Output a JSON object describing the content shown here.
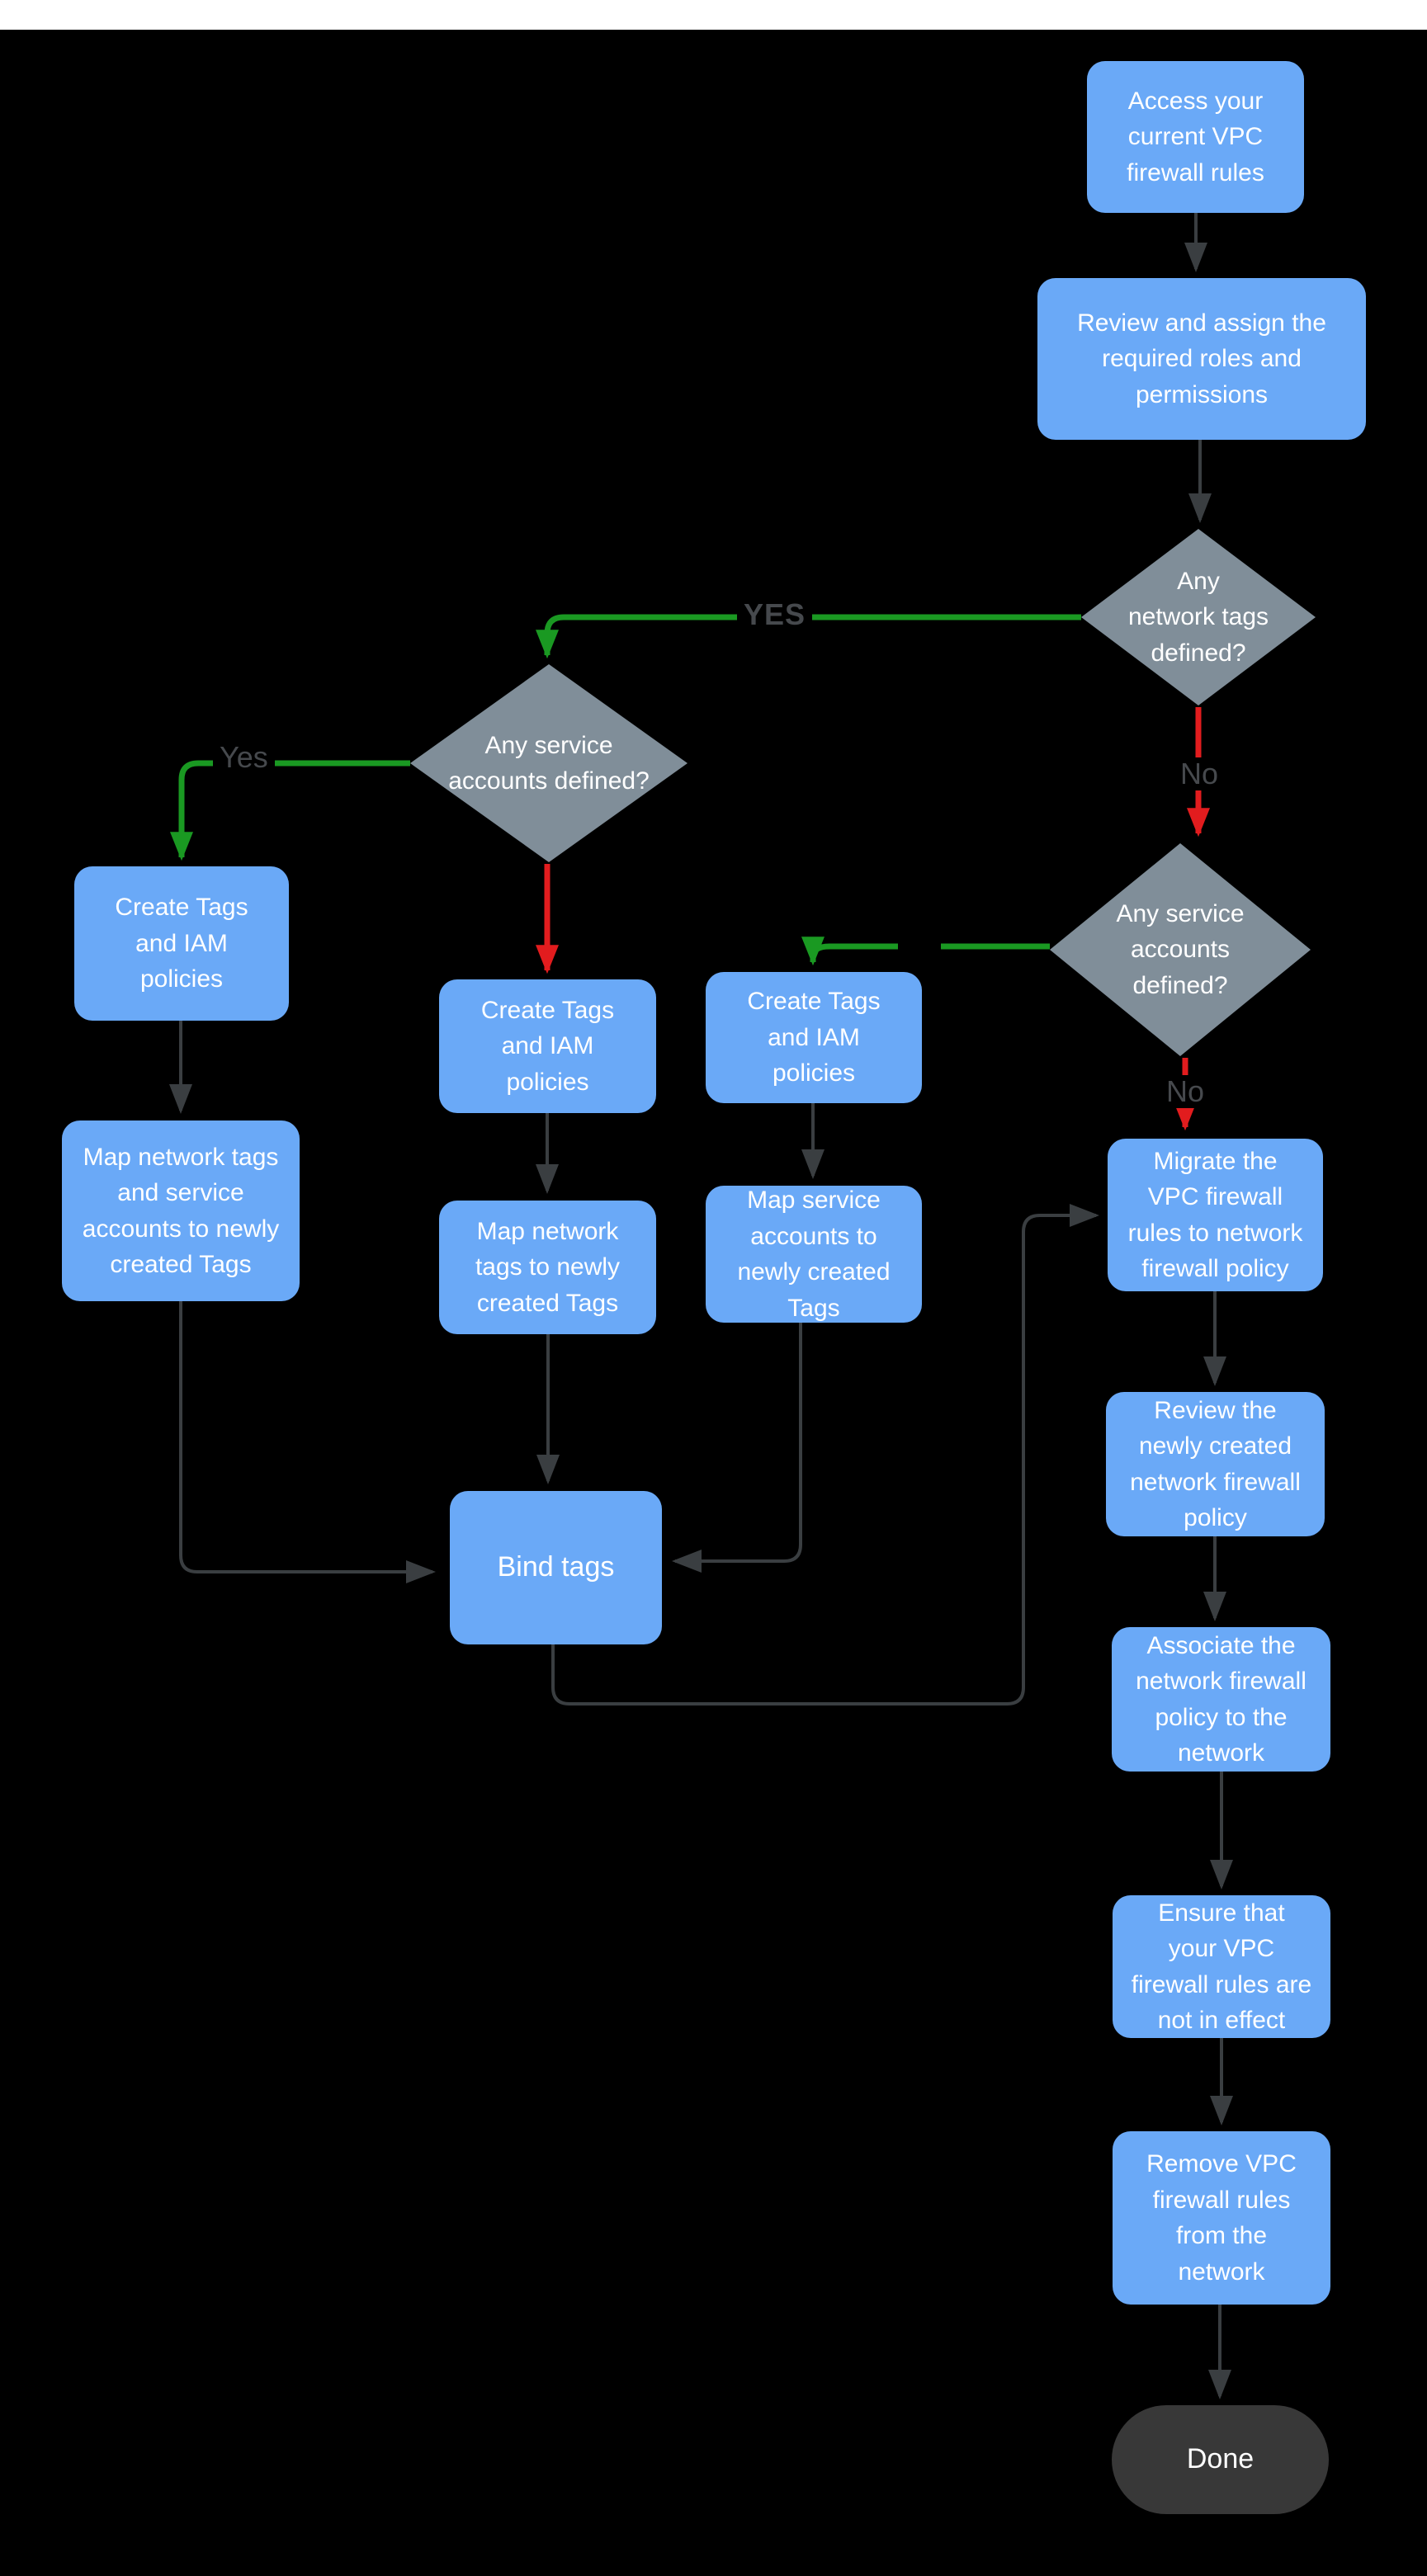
{
  "diagram_type": "flowchart",
  "colors": {
    "background": "#000000",
    "top_strip": "#FFFFFF",
    "process_fill": "#6AA9F7",
    "decision_fill": "#808E99",
    "terminator_fill": "#383838",
    "node_text": "#FFFFFF",
    "connector_dark": "#3A3E41",
    "connector_yes_green": "#1A9922",
    "connector_no_red": "#E21C1E",
    "edge_label_text": "#46494D"
  },
  "nodes": {
    "access": {
      "label": "Access your\ncurrent VPC\nfirewall rules",
      "shape": "process"
    },
    "review_roles": {
      "label": "Review and assign the\nrequired roles and\npermissions",
      "shape": "process"
    },
    "any_network_tags": {
      "label": "Any\nnetwork tags\ndefined?",
      "shape": "decision"
    },
    "any_service_accounts_left": {
      "label": "Any service\naccounts defined?",
      "shape": "decision"
    },
    "create_tags_left": {
      "label": "Create Tags\nand IAM\npolicies",
      "shape": "process"
    },
    "map_network_service": {
      "label": "Map network tags\nand service\naccounts to newly\ncreated Tags",
      "shape": "process"
    },
    "create_tags_mid": {
      "label": "Create Tags\nand IAM\npolicies",
      "shape": "process"
    },
    "map_network_tags": {
      "label": "Map network\ntags to newly\ncreated Tags",
      "shape": "process"
    },
    "create_tags_right": {
      "label": "Create Tags\nand IAM\npolicies",
      "shape": "process"
    },
    "map_service_accounts": {
      "label": "Map service\naccounts  to\nnewly created\nTags",
      "shape": "process"
    },
    "any_service_accounts_right": {
      "label": "Any service\naccounts\ndefined?",
      "shape": "decision"
    },
    "bind_tags": {
      "label": "Bind tags",
      "shape": "process"
    },
    "migrate": {
      "label": "Migrate the\nVPC firewall\nrules to network\nfirewall policy",
      "shape": "process"
    },
    "review_policy": {
      "label": "Review the\nnewly created\nnetwork firewall\npolicy",
      "shape": "process"
    },
    "associate": {
      "label": "Associate the\nnetwork firewall\npolicy to the\nnetwork",
      "shape": "process"
    },
    "ensure": {
      "label": "Ensure that\nyour VPC\nfirewall rules are\nnot in effect",
      "shape": "process"
    },
    "remove": {
      "label": "Remove  VPC\nfirewall rules\nfrom the\nnetwork",
      "shape": "process"
    },
    "done": {
      "label": "Done",
      "shape": "terminator"
    }
  },
  "edge_labels": {
    "yes_upper": "YES",
    "yes_left": "Yes",
    "no_upper": "No",
    "no_lower": "No"
  }
}
